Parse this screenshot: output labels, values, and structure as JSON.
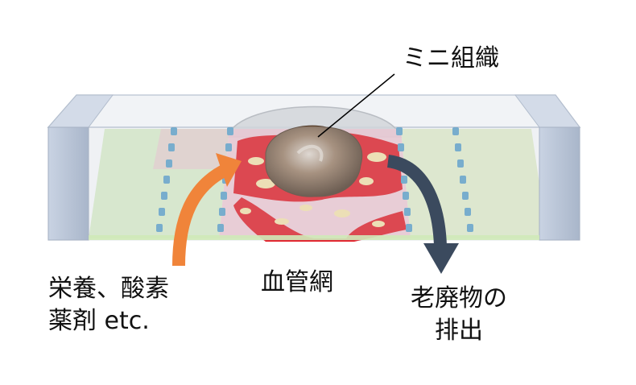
{
  "labels": {
    "organoid": "ミニ組織",
    "vascular_network": "血管網",
    "input_line1": "栄養、酸素",
    "input_line2": "薬剤 etc.",
    "output_line1": "老廃物の",
    "output_line2": "排出"
  },
  "colors": {
    "chip_side": "#b8c4d6",
    "left_channel": "#d9f0c4",
    "center_channel": "#f4c6d0",
    "right_channel": "#eaf4c8",
    "vessels": "#e4141c",
    "organoid": "#6e4e35",
    "post": "#5aa0c8",
    "input_arrow": "#f0843a",
    "output_arrow": "#3b4a5e",
    "pointer": "#000000"
  },
  "icons": {
    "input_arrow": "curved-arrow-up-right",
    "output_arrow": "curved-arrow-down-right"
  }
}
